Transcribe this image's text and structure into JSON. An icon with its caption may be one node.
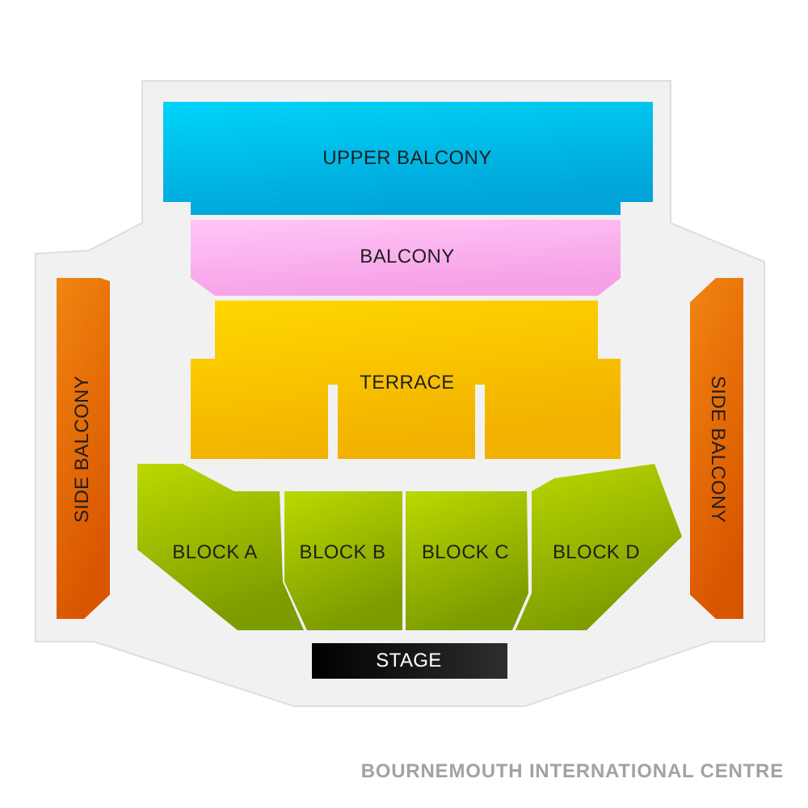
{
  "diagram": {
    "caption": "BOURNEMOUTH INTERNATIONAL CENTRE",
    "nodes": [
      {
        "text": [
          "UPPER BALCONY"
        ]
      },
      {
        "text": [
          "BALCONY"
        ]
      },
      {
        "text": [
          "SIDE BALCONY"
        ]
      },
      {
        "text": [
          "TERRACE"
        ]
      },
      {
        "text": [
          "SIDE BALCONY"
        ]
      },
      {
        "text": [
          "BLOCK A"
        ]
      },
      {
        "text": [
          "BLOCK B"
        ]
      },
      {
        "text": [
          "BLOCK C"
        ]
      },
      {
        "text": [
          "BLOCK D"
        ]
      },
      {
        "text": [
          "STAGE"
        ]
      }
    ]
  }
}
